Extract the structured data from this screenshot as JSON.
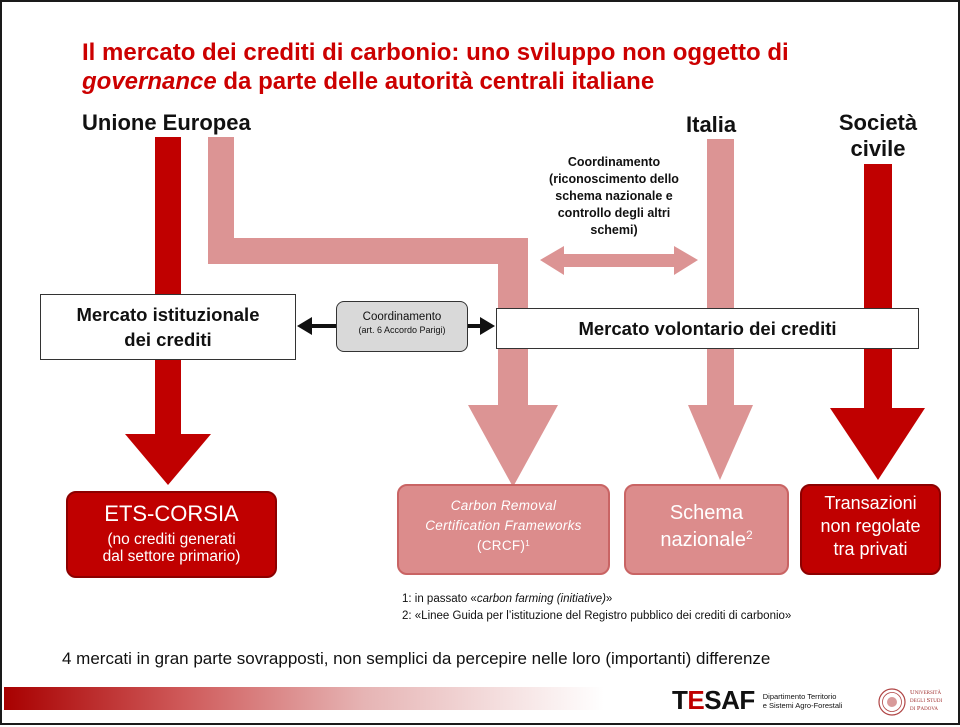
{
  "title": {
    "line1": "Il mercato dei crediti di carbonio: uno sviluppo non oggetto di",
    "line2_italic": "governance",
    "line2_rest": " da parte delle autorità centrali italiane"
  },
  "actors": {
    "eu": "Unione Europea",
    "italia": "Italia",
    "societa_l1": "Società",
    "societa_l2": "civile"
  },
  "coord_top": {
    "l1": "Coordinamento",
    "l2": "(riconoscimento dello",
    "l3": "schema nazionale e",
    "l4": "controllo degli altri",
    "l5": "schemi)"
  },
  "markets": {
    "istituzionale_l1": "Mercato istituzionale",
    "istituzionale_l2": "dei crediti",
    "volontario": "Mercato volontario dei crediti"
  },
  "coord_mid": {
    "l1": "Coordinamento",
    "l2": "(art. 6 Accordo Parigi)"
  },
  "outputs": {
    "ets": {
      "big": "ETS-CORSIA",
      "small1": "(no crediti generati",
      "small2": "dal settore primario)"
    },
    "crcf": {
      "l1": "Carbon Removal",
      "l2": "Certification Frameworks",
      "l3": "(CRCF)",
      "sup": "1"
    },
    "schema": {
      "l1": "Schema",
      "l2": "nazionale",
      "sup": "2"
    },
    "trans": {
      "l1": "Transazioni",
      "l2": "non regolate",
      "l3": "tra privati"
    }
  },
  "notes": {
    "n1_pre": "1: in passato «",
    "n1_it": "carbon farming (initiative)",
    "n1_post": "»",
    "n2": "2: «Linee Guida per l’istituzione del Registro pubblico dei crediti di carbonio»"
  },
  "bottom_text": "4 mercati in gran parte sovrapposti, non semplici da percepire nelle loro (importanti) differenze",
  "footer": {
    "tesaf_t": "T",
    "tesaf_e": "E",
    "tesaf_rest": "SAF",
    "tesaf_sub1": "Dipartimento Territorio",
    "tesaf_sub2": "e Sistemi Agro-Forestali",
    "uni_l1": "Università",
    "uni_l2": "degli Studi",
    "uni_l3": "di Padova"
  },
  "colors": {
    "dark_red": "#c00000",
    "light_red": "#dc8c8c",
    "title_red": "#cc0000"
  }
}
